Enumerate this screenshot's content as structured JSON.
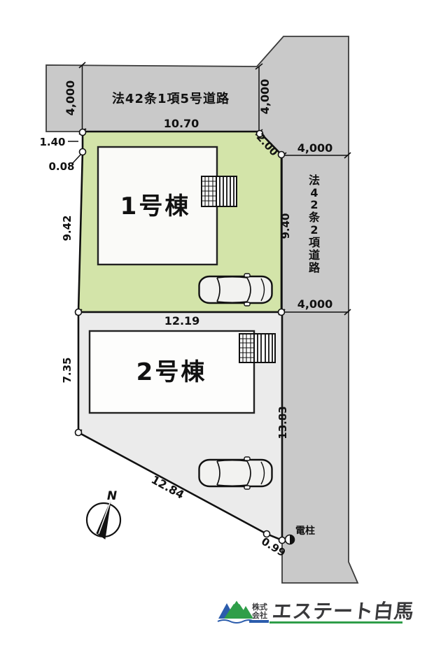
{
  "plan": {
    "road_top": {
      "label": "法42条1項5号道路",
      "width_left": "4,000",
      "width_right": "4,000"
    },
    "road_right": {
      "label": "法42条2項道路",
      "chars": [
        "法",
        "4",
        "2",
        "条",
        "2",
        "項",
        "道",
        "路"
      ],
      "width_upper": "4,000",
      "width_lower": "4,000"
    },
    "lot1": {
      "building_label": "1号棟",
      "frontage_top": "10.70",
      "frontage_bottom": "12.19",
      "depth_left": "9.42",
      "depth_right": "9.40",
      "corner_cut": "2.00",
      "offset_left_a": "1.40",
      "offset_left_b": "0.08"
    },
    "lot2": {
      "building_label": "2号棟",
      "depth_left": "7.35",
      "depth_right": "13.83",
      "diagonal": "12.84",
      "corner_segment": "0.99"
    },
    "annotations": {
      "utility_pole": "電柱",
      "compass_north": "N"
    }
  },
  "footer": {
    "company_prefix": [
      "株式",
      "会社"
    ],
    "company_name": "エステート白馬"
  },
  "colors": {
    "road_fill": "#c9c9c9",
    "lot1_fill": "#d3e4a9",
    "lot2_fill": "#ebebeb",
    "line": "#1a1a1a",
    "logo_blue": "#2b5cac",
    "logo_green": "#2f9e49",
    "logo_text": "#3a3a3c"
  }
}
